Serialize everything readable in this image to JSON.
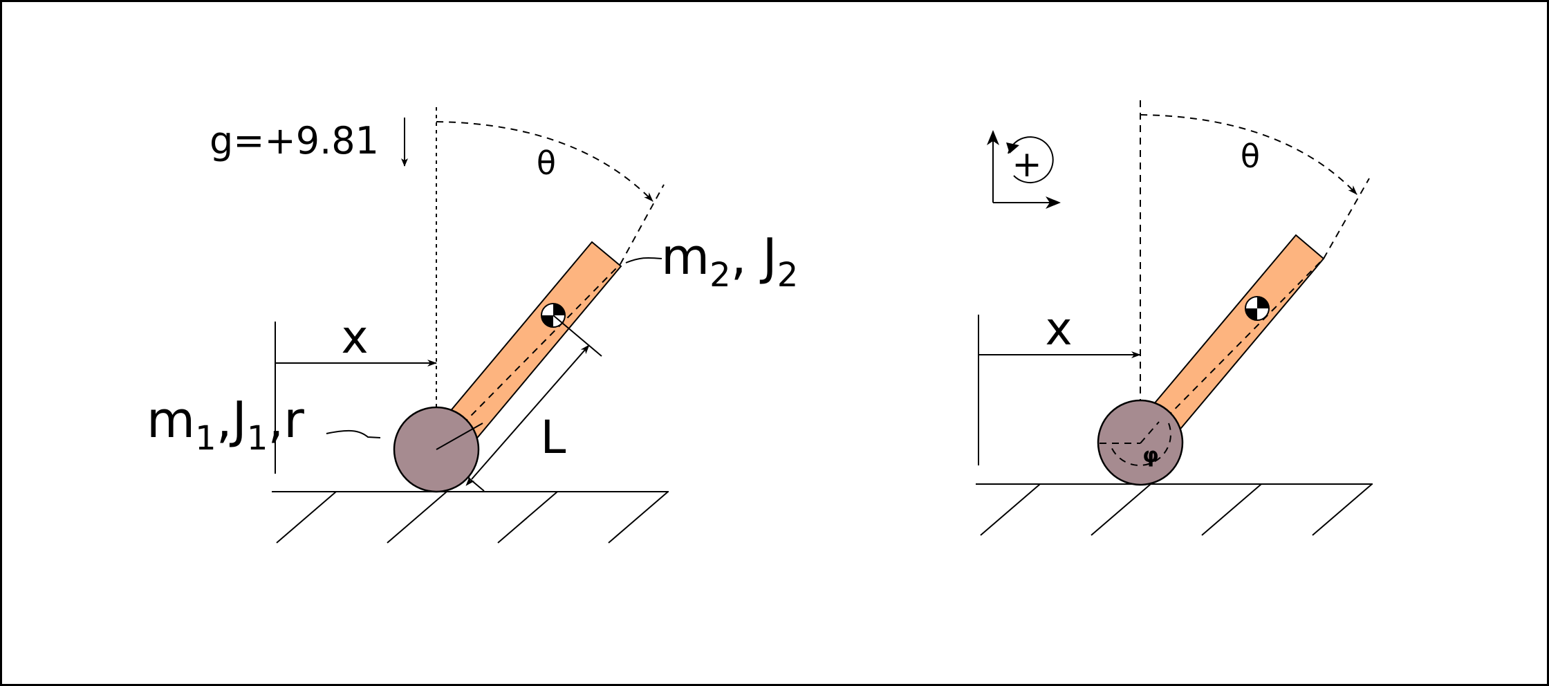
{
  "colors": {
    "rod_fill": "#fdb47f",
    "wheel_fill": "#a68b90",
    "border": "#000000",
    "background": "#ffffff"
  },
  "left_diagram": {
    "gravity_label": "g=+9.81",
    "theta_label": "θ",
    "x_label": "x",
    "length_label": "L",
    "rod_label": {
      "m": "m",
      "m_sub": "2",
      "sep": ", J",
      "j_sub": "2"
    },
    "wheel_label": {
      "m": "m",
      "m_sub": "1",
      "sep": ",J",
      "j_sub": "1",
      "tail": ",r"
    },
    "icons": [
      "center-of-mass-icon",
      "gravity-arrow-icon"
    ]
  },
  "right_diagram": {
    "theta_label": "θ",
    "x_label": "x",
    "phi_label": "φ",
    "sign_label": "+",
    "icons": [
      "positive-rotation-axes-icon",
      "center-of-mass-icon"
    ]
  }
}
